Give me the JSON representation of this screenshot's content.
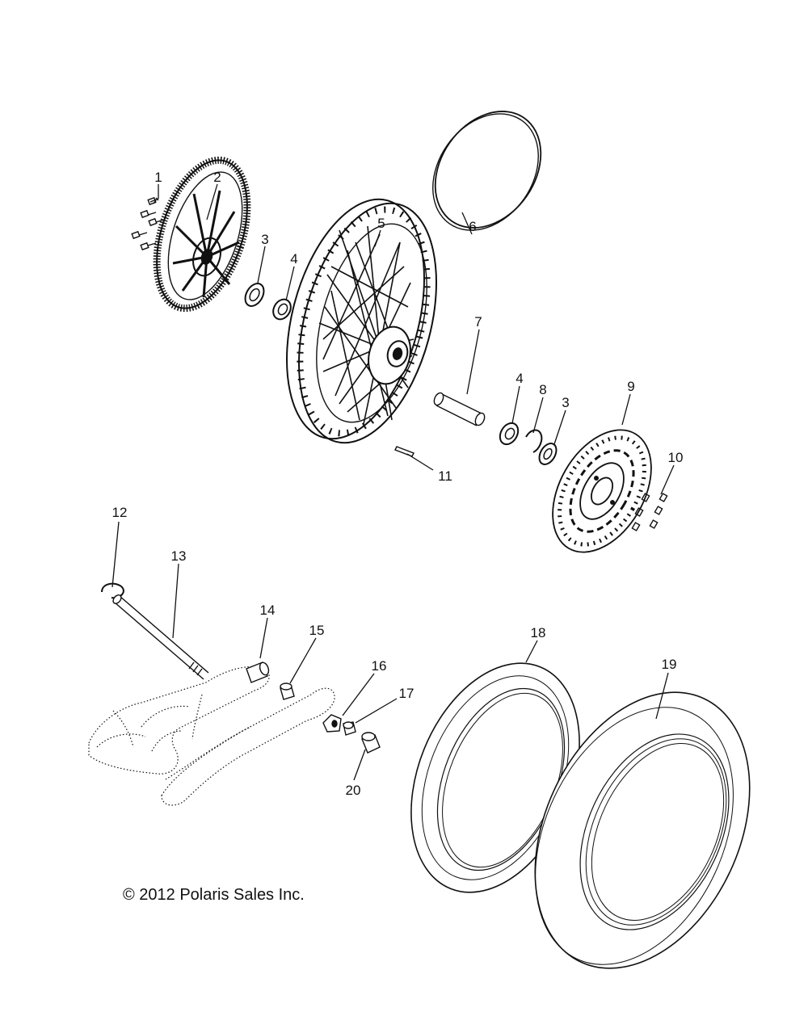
{
  "callouts": {
    "c1": "1",
    "c2": "2",
    "c3a": "3",
    "c4a": "4",
    "c5": "5",
    "c6": "6",
    "c7": "7",
    "c4b": "4",
    "c8": "8",
    "c3b": "3",
    "c9": "9",
    "c10": "10",
    "c11": "11",
    "c12": "12",
    "c13": "13",
    "c14": "14",
    "c15": "15",
    "c16": "16",
    "c17": "17",
    "c18": "18",
    "c19": "19",
    "c20": "20"
  },
  "copyright": "© 2012 Polaris Sales Inc."
}
